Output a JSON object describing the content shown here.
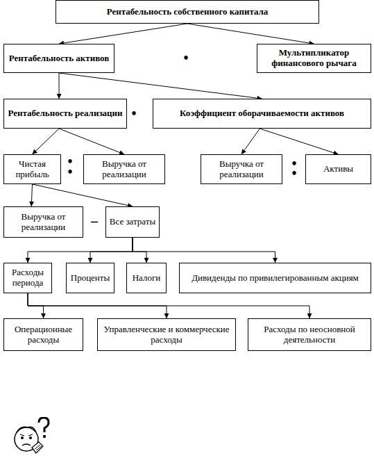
{
  "diagram": {
    "nodes": [
      {
        "text": [
          "Рентабельность собственного капитала"
        ]
      },
      {
        "text": [
          "Рентабельность активов"
        ]
      },
      {
        "text": [
          "Мультипликатор финансового рычага"
        ]
      },
      {
        "text": [
          "Рентабельность реализации"
        ]
      },
      {
        "text": [
          "Коэффициент оборачиваемости активов"
        ]
      },
      {
        "text": [
          "Чистая прибыль"
        ]
      },
      {
        "text": [
          "Выручка от реализации"
        ]
      },
      {
        "text": [
          "Выручка от реализации"
        ]
      },
      {
        "text": [
          "Активы"
        ]
      },
      {
        "text": [
          "Выручка от реализации"
        ]
      },
      {
        "text": [
          "Все затраты"
        ]
      },
      {
        "text": [
          "Расходы периода"
        ]
      },
      {
        "text": [
          "Проценты"
        ]
      },
      {
        "text": [
          "Налоги"
        ]
      },
      {
        "text": [
          "Дивиденды по привилегированным акциям"
        ]
      },
      {
        "text": [
          "Операционные расходы"
        ]
      },
      {
        "text": [
          "Управленческие и коммерческие расходы"
        ]
      },
      {
        "text": [
          "Расходы по неосновной деятельности"
        ]
      }
    ],
    "edges": [
      {
        "from": 0,
        "to": 1,
        "arrow": "to"
      },
      {
        "from": 0,
        "to": 2,
        "arrow": "to"
      },
      {
        "from": 1,
        "to": 3,
        "arrow": "to"
      },
      {
        "from": 1,
        "to": 4,
        "arrow": "to"
      },
      {
        "from": 3,
        "to": 5,
        "arrow": "to"
      },
      {
        "from": 3,
        "to": 6,
        "arrow": "to"
      },
      {
        "from": 4,
        "to": 7,
        "arrow": "to"
      },
      {
        "from": 4,
        "to": 8,
        "arrow": "to"
      },
      {
        "from": 5,
        "to": 9,
        "arrow": "to"
      },
      {
        "from": 5,
        "to": 10,
        "arrow": "to"
      },
      {
        "from": 10,
        "to": 11,
        "arrow": "to"
      },
      {
        "from": 10,
        "to": 12,
        "arrow": "to"
      },
      {
        "from": 10,
        "to": 13,
        "arrow": "to"
      },
      {
        "from": 10,
        "to": 14,
        "arrow": "to"
      },
      {
        "from": 11,
        "to": 15,
        "arrow": "to"
      },
      {
        "from": 11,
        "to": 16,
        "arrow": "to"
      },
      {
        "from": 11,
        "to": 17,
        "arrow": "to"
      }
    ],
    "labels": [
      "•",
      "•",
      "•",
      "•",
      "•",
      "•",
      "–"
    ]
  }
}
